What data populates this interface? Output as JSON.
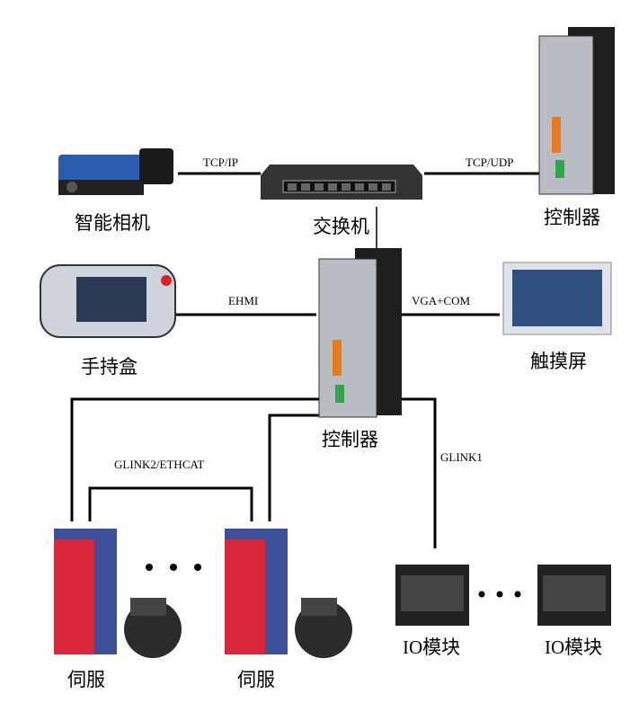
{
  "devices": {
    "camera": "智能相机",
    "switch": "交换机",
    "controller_top": "控制器",
    "pendant": "手持盒",
    "controller_main": "控制器",
    "touchscreen": "触摸屏",
    "servo_1": "伺服",
    "servo_2": "伺服",
    "io_1": "IO模块",
    "io_2": "IO模块"
  },
  "links": {
    "camera_switch": "TCP/IP",
    "switch_controller": "TCP/UDP",
    "pendant_controller": "EHMI",
    "controller_touchscreen": "VGA+COM",
    "servo_bus": "GLINK2/ETHCAT",
    "io_bus": "GLINK1"
  },
  "colors": {
    "line": "#000000",
    "device_dark": "#2b2b2b",
    "servo_red": "#d8263a",
    "servo_blue": "#3b4f9a",
    "screen_blue": "#2f4f7f",
    "camera_blue": "#2a5db0"
  }
}
